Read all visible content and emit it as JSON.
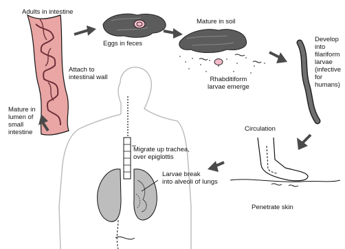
{
  "labels": {
    "adults_in_intestine": "Adults in intestine",
    "attach_to_wall": "Attach to\nintestinal wall",
    "eggs_in_feces": "Eggs in feces",
    "mature_in_soil": "Mature in soil",
    "rhabditiform": "Rhabditiform\nlarvae emerge",
    "develop_filariform": "Develop\ninto\nfilariform\nlarvae\n(infective\nfor\nhumans)",
    "circulation": "Circulation",
    "penetrate_skin": "Penetrate skin",
    "larvae_break": "Larvae break\ninto alveoli of lungs",
    "migrate_trachea": "Migrate up trachea,\nover epiglottis",
    "mature_small_intestine": "Mature in\nlumen of\nsmall\nintestine"
  },
  "colors": {
    "ink": "#111111",
    "arrow": "#4a4a4a",
    "intestine_fill": "#e9a6a4",
    "intestine_dark": "#6e2f3a",
    "stone": "#5c5c5c",
    "egg": "#f2b9c8",
    "lung": "#bdbdbd",
    "larva": "#6f6f6f"
  }
}
